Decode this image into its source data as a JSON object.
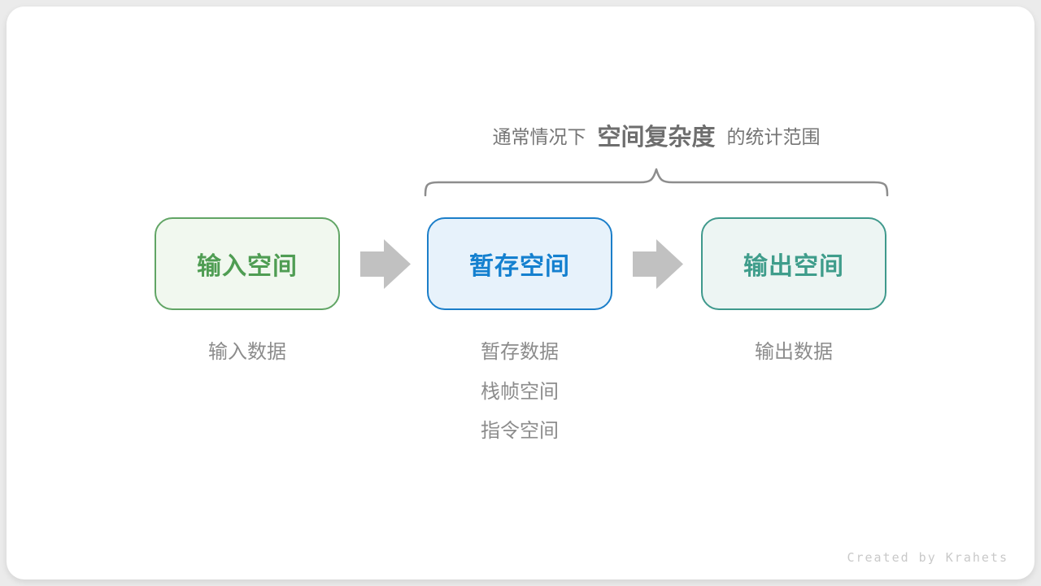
{
  "title_annotation": {
    "prefix": "通常情况下",
    "highlight": "空间复杂度",
    "suffix": "的统计范围"
  },
  "boxes": [
    {
      "label": "输入空间",
      "text_color": "#4f9d53",
      "border_color": "#61a565",
      "bg_color": "#f1f8ef"
    },
    {
      "label": "暂存空间",
      "text_color": "#1480cf",
      "border_color": "#1b7ec9",
      "bg_color": "#e7f2fb"
    },
    {
      "label": "输出空间",
      "text_color": "#3f9d8b",
      "border_color": "#3f998c",
      "bg_color": "#edf5f3"
    }
  ],
  "notes": [
    {
      "lines": [
        "输入数据"
      ]
    },
    {
      "lines": [
        "暂存数据",
        "栈帧空间",
        "指令空间"
      ]
    },
    {
      "lines": [
        "输出数据"
      ]
    }
  ],
  "credit": "Created by Krahets",
  "colors": {
    "page_bg": "#ebebeb",
    "card_bg": "#ffffff",
    "annotation_text": "#757575",
    "brace": "#8d8d8d",
    "arrow": "#c1c1c1",
    "note_text": "#8c8c8c",
    "credit_text": "#c9c9c9"
  }
}
